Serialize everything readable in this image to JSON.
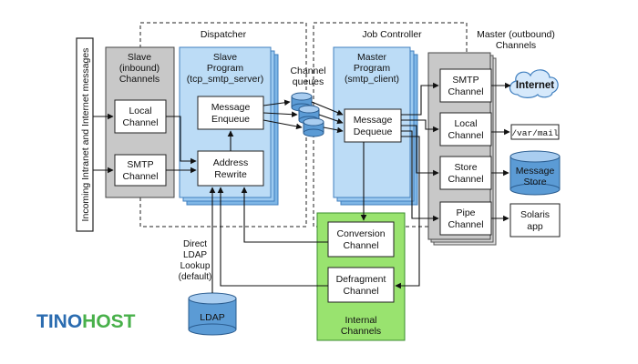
{
  "incoming": {
    "label": "Incoming Intranet and Internet messages"
  },
  "groups": {
    "dispatcher": "Dispatcher",
    "job_controller": "Job Controller",
    "master_outbound": [
      "Master (outbound)",
      "Channels"
    ]
  },
  "slave_inbound": {
    "title": [
      "Slave",
      "(inbound)",
      "Channels"
    ],
    "local_channel": [
      "Local",
      "Channel"
    ],
    "smtp_channel": [
      "SMTP",
      "Channel"
    ]
  },
  "slave_program": {
    "title": [
      "Slave",
      "Program",
      "(tcp_smtp_server)"
    ],
    "message_enqueue": [
      "Message",
      "Enqueue"
    ],
    "address_rewrite": [
      "Address",
      "Rewrite"
    ]
  },
  "channel_queues": [
    "Channel",
    "queues"
  ],
  "master_program": {
    "title": [
      "Master",
      "Program",
      "(smtp_client)"
    ],
    "message_dequeue": [
      "Message",
      "Dequeue"
    ]
  },
  "master_channels": {
    "smtp": [
      "SMTP",
      "Channel"
    ],
    "local": [
      "Local",
      "Channel"
    ],
    "store": [
      "Store",
      "Channel"
    ],
    "pipe": [
      "Pipe",
      "Channel"
    ]
  },
  "destinations": {
    "internet": "Internet",
    "var_mail": "/var/mail",
    "message_store": [
      "Message",
      "Store"
    ],
    "solaris_app": [
      "Solaris",
      "app"
    ]
  },
  "internal_channels": {
    "title": [
      "Internal",
      "Channels"
    ],
    "conversion": [
      "Conversion",
      "Channel"
    ],
    "defragment": [
      "Defragment",
      "Channel"
    ]
  },
  "ldap": {
    "note": [
      "Direct",
      "LDAP",
      "Lookup",
      "(default)"
    ],
    "label": "LDAP"
  },
  "watermark": {
    "part1": "TINO",
    "part2": "HOST"
  },
  "colors": {
    "gray_panel": "#c8c8c8",
    "blue_panel": "#bcdcf6",
    "blue_dark": "#7eb6e6",
    "green_panel": "#99e36f",
    "cylinder": "#5b9bd5",
    "brand_blue": "#2b6cb0",
    "brand_green": "#48b04a"
  }
}
